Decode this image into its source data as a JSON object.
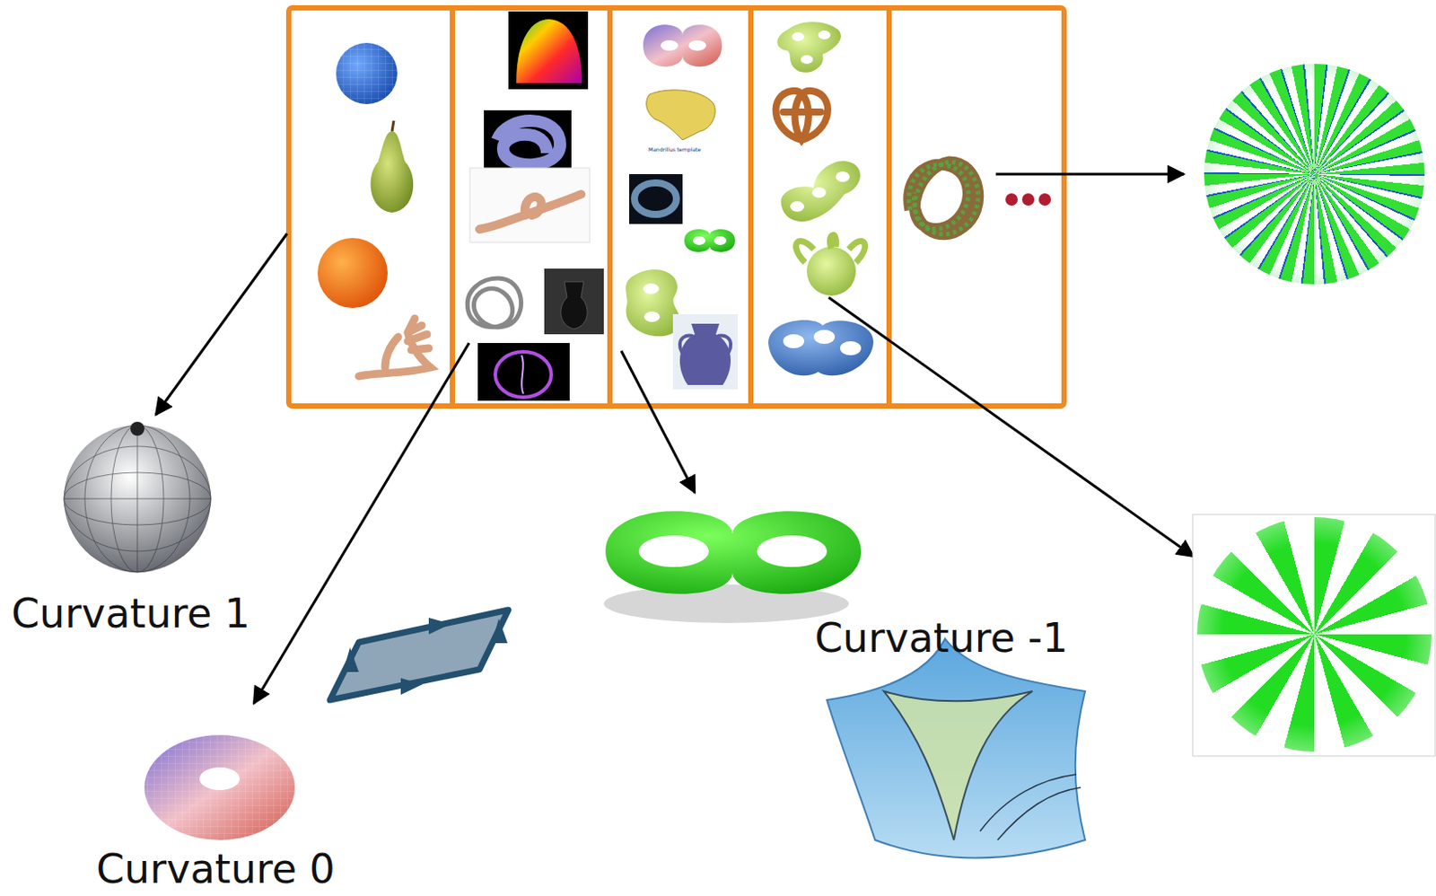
{
  "diagram": {
    "labels": [
      "Curvature 1",
      "Curvature 0",
      "Curvature -1",
      "Mandrillus template"
    ]
  }
}
